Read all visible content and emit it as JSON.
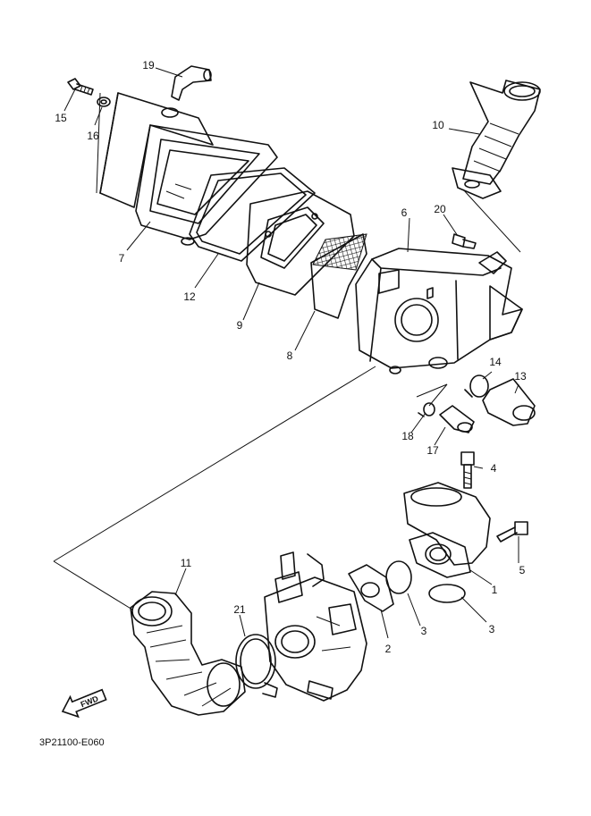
{
  "diagram_code": "3P21100-E060",
  "direction_badge": "FWD",
  "callouts": {
    "p1": "1",
    "p2": "2",
    "p3a": "3",
    "p3b": "3",
    "p4": "4",
    "p5": "5",
    "p6": "6",
    "p7": "7",
    "p8": "8",
    "p9": "9",
    "p10": "10",
    "p11": "11",
    "p12": "12",
    "p13": "13",
    "p14": "14",
    "p15": "15",
    "p16": "16",
    "p17": "17",
    "p18": "18",
    "p19": "19",
    "p20": "20",
    "p21": "21"
  }
}
